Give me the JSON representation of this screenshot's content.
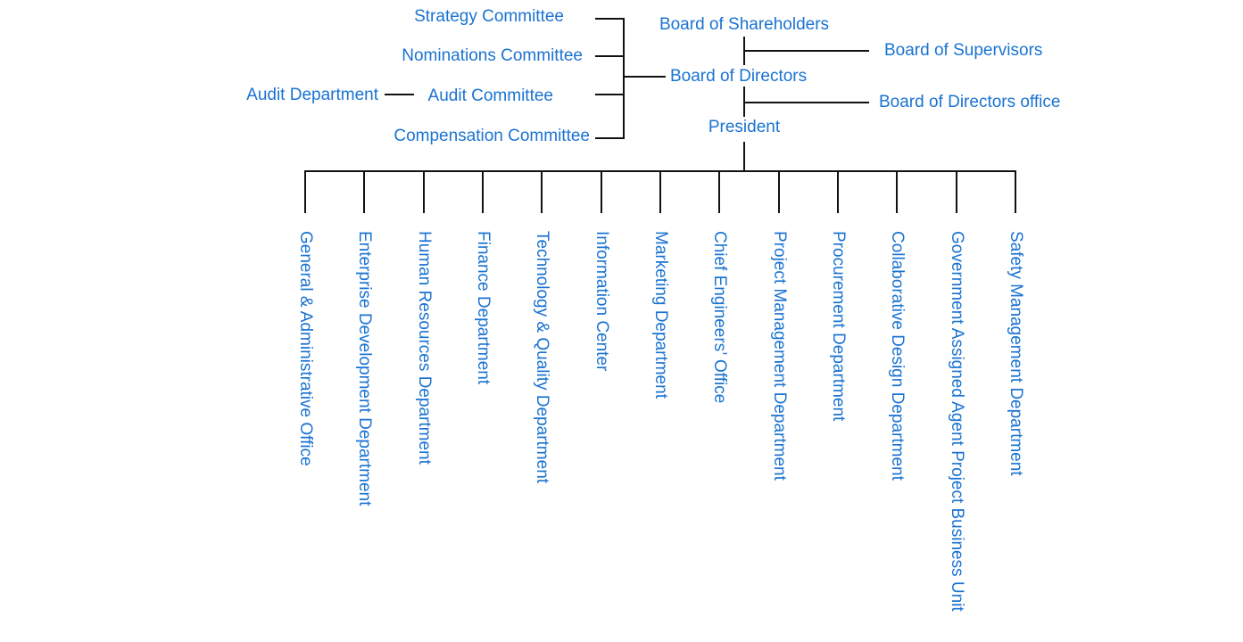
{
  "org_chart": {
    "top": {
      "shareholders": "Board of Shareholders",
      "supervisors": "Board of Supervisors",
      "directors": "Board of Directors",
      "directors_office": "Board of Directors office",
      "president": "President"
    },
    "committees": {
      "strategy": "Strategy Committee",
      "nominations": "Nominations Committee",
      "audit": "Audit Committee",
      "compensation": "Compensation Committee"
    },
    "audit_department": "Audit Department",
    "departments": [
      "General & Administrative Office",
      "Enterprise Development Department",
      "Human Resources Department",
      "Finance Department",
      "Technology & Quality Department",
      "Information Center",
      "Marketing Department",
      "Chief Engineers’ Office",
      "Project Management Department",
      "Procurement Department",
      "Collaborative Design Department",
      "Government Assigned Agent Project Business Unit",
      "Safety Management Department"
    ]
  },
  "colors": {
    "text": "#1a73d1",
    "line": "#111111"
  }
}
